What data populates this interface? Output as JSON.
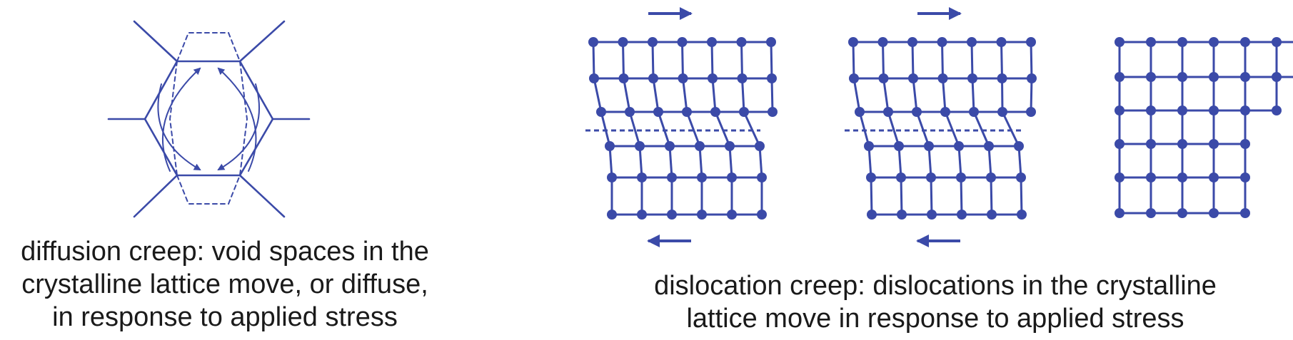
{
  "colors": {
    "line": "#3b4aa8",
    "text": "#1a1a1a",
    "background": "#ffffff"
  },
  "captions": {
    "diffusion": {
      "lines": [
        "diffusion creep: void spaces in the",
        "crystalline lattice move, or diffuse,",
        "in response to applied stress"
      ]
    },
    "dislocation": {
      "lines": [
        "dislocation creep: dislocations in the crystalline",
        "lattice move in response to applied stress"
      ]
    }
  }
}
